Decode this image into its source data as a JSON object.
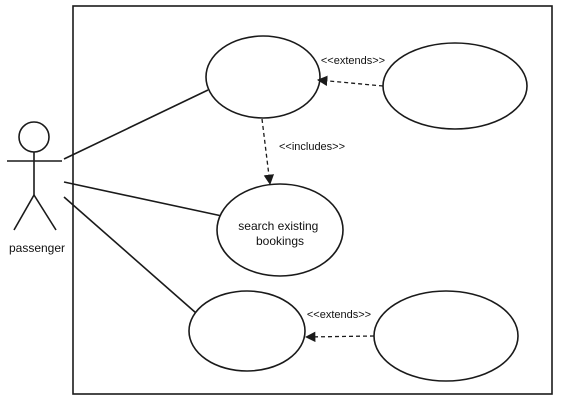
{
  "actor": {
    "label": "passenger"
  },
  "use_cases": [
    {
      "id": "uc-top-left",
      "label_lines": []
    },
    {
      "id": "uc-top-right",
      "label_lines": []
    },
    {
      "id": "uc-search-existing-bookings",
      "label_lines": [
        "search existing",
        "bookings"
      ]
    },
    {
      "id": "uc-bottom-left",
      "label_lines": []
    },
    {
      "id": "uc-bottom-right",
      "label_lines": []
    }
  ],
  "relationships": [
    {
      "type": "extends",
      "label": "<<extends>>",
      "from": "uc-top-right",
      "to": "uc-top-left"
    },
    {
      "type": "includes",
      "label": "<<includes>>",
      "from": "uc-top-left",
      "to": "uc-search-existing-bookings"
    },
    {
      "type": "extends",
      "label": "<<extends>>",
      "from": "uc-bottom-right",
      "to": "uc-bottom-left"
    }
  ],
  "associations": [
    {
      "from": "passenger",
      "to": "uc-top-left"
    },
    {
      "from": "passenger",
      "to": "uc-search-existing-bookings"
    },
    {
      "from": "passenger",
      "to": "uc-bottom-left"
    }
  ]
}
